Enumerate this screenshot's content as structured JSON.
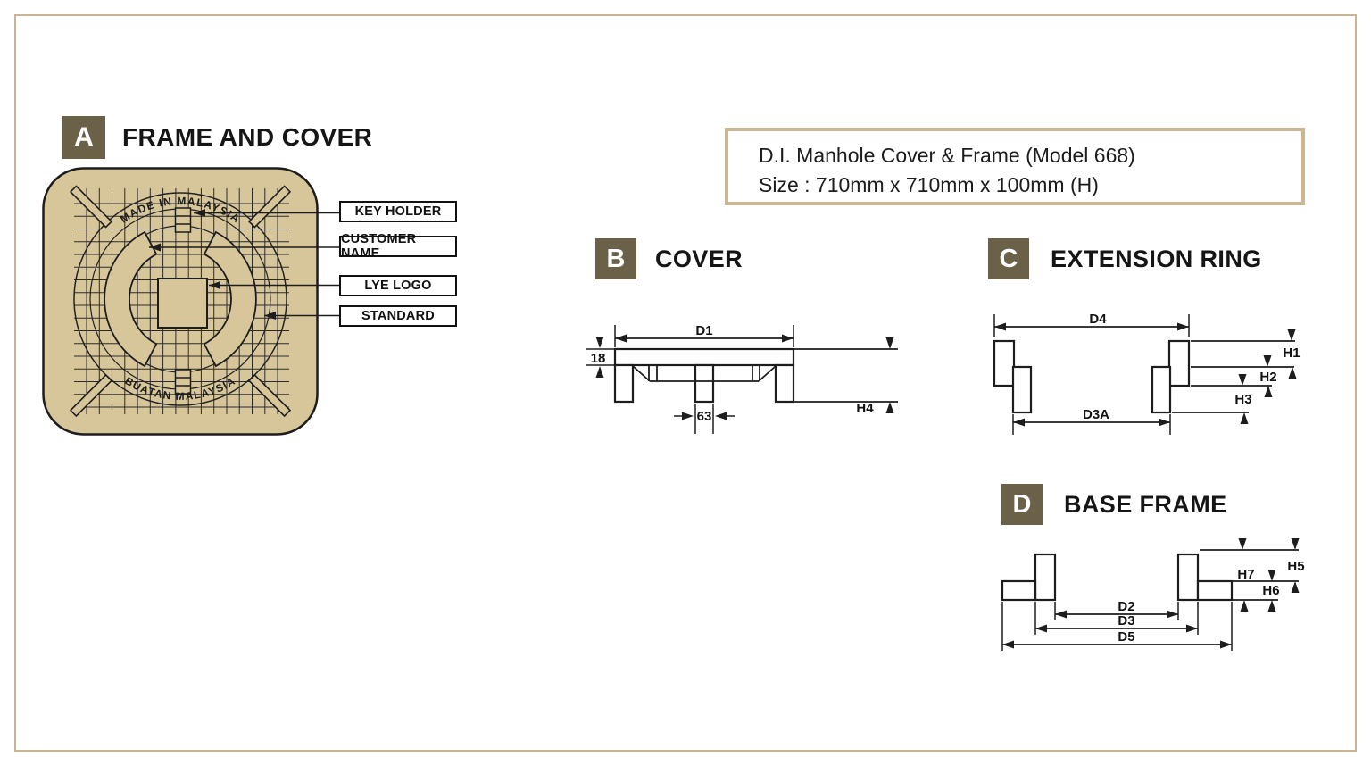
{
  "colors": {
    "cover_tan": "#d8c69b",
    "badge_olive": "#6b6149",
    "line_black": "#1d1d1d",
    "title_box_border": "#cbb794",
    "page_border": "#c9b592"
  },
  "sections": {
    "a": {
      "badge": "A",
      "title": "FRAME AND COVER"
    },
    "b": {
      "badge": "B",
      "title": "COVER"
    },
    "c": {
      "badge": "C",
      "title": "EXTENSION RING"
    },
    "d": {
      "badge": "D",
      "title": "BASE FRAME"
    }
  },
  "title_box": {
    "line1": "D.I. Manhole Cover & Frame (Model 668)",
    "line2": "Size : 710mm x 710mm x 100mm (H)"
  },
  "cover": {
    "arc_text_top": "MADE IN MALAYSIA",
    "arc_text_bottom": "BUATAN MALAYSIA",
    "callouts": [
      "KEY HOLDER",
      "CUSTOMER NAME",
      "LYE LOGO",
      "STANDARD"
    ]
  },
  "dims": {
    "b_d1": "D1",
    "b_thk": "18",
    "b_63": "63",
    "b_h4": "H4",
    "c_d4": "D4",
    "c_d3a": "D3A",
    "c_h1": "H1",
    "c_h2": "H2",
    "c_h3": "H3",
    "d_d2": "D2",
    "d_d3": "D3",
    "d_d5": "D5",
    "d_h5": "H5",
    "d_h6": "H6",
    "d_h7": "H7"
  }
}
